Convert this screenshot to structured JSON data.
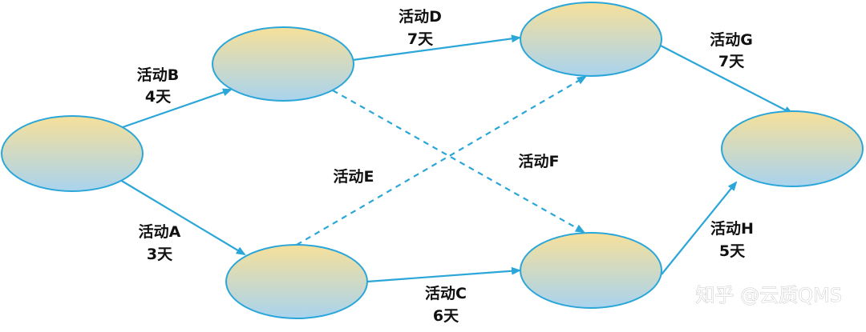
{
  "colors": {
    "node_fill_top": "#f6e09a",
    "node_fill_bottom": "#a9d3ee",
    "node_stroke": "#2ba6d8",
    "arrow": "#2ba6d8"
  },
  "edges": [
    {
      "id": "B",
      "activity": "活动B",
      "duration": "4天",
      "dashed": false
    },
    {
      "id": "A",
      "activity": "活动A",
      "duration": "3天",
      "dashed": false
    },
    {
      "id": "D",
      "activity": "活动D",
      "duration": "7天",
      "dashed": false
    },
    {
      "id": "C",
      "activity": "活动C",
      "duration": "6天",
      "dashed": false
    },
    {
      "id": "E",
      "activity": "活动E",
      "dashed": true
    },
    {
      "id": "F",
      "activity": "活动F",
      "dashed": true
    },
    {
      "id": "G",
      "activity": "活动G",
      "duration": "7天",
      "dashed": false
    },
    {
      "id": "H",
      "activity": "活动H",
      "duration": "5天",
      "dashed": false
    }
  ],
  "watermark": "知乎 @云质QMS"
}
